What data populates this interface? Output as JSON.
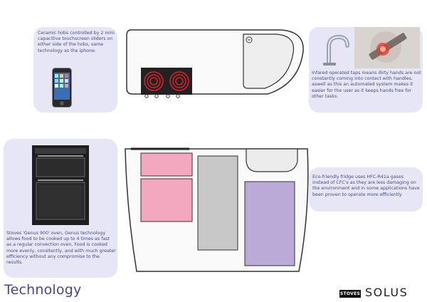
{
  "notes": {
    "hobs": "Ceramic hobs controlled by 2 mini capacitive touchscreen sliders on either side of the hobs, same technology as the iphone.",
    "taps": "Infared operated taps means dirty hands are not constantly coming into contact with handles, aswell as this an automated system makes it easier for the user as it keeps hands free for other tasks.",
    "oven": "Stoves 'Genus 900' oven, Genus technology allows food to be cooked up to 4 times as fast as a regular convection oven, Food is cooked more evenly, consitently, and with much greater efficiency without any compromise to the results.",
    "fridge": "Eco-friendly fridge uses HFC-R41a gases instead of CFC's as they are less damaging on the environment and in some applications have been proven to operate more efficiently"
  },
  "footer": {
    "title": "Technology",
    "brand_badge": "STOVES",
    "brand_logo": "SOLUS"
  },
  "colors": {
    "card": "#e6e6f7",
    "note_text": "#4a4a86",
    "title": "#4b4590",
    "pink_unit": "#f4a8bf",
    "grey_unit": "#c8c8c8",
    "purple_unit": "#b9aad8",
    "hob_ring": "#e0202a"
  }
}
